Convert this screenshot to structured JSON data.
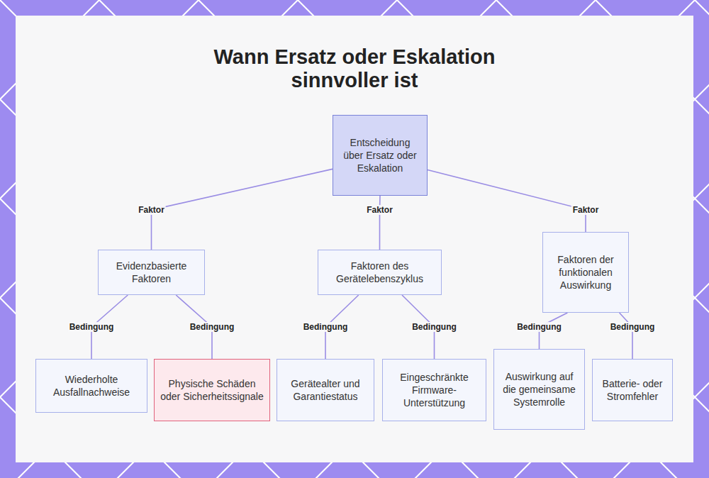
{
  "diagram": {
    "title": "Wann Ersatz oder Eskalation sinnvoller ist",
    "nodes": [
      {
        "text": [
          "Entscheidung über Ersatz oder Eskalation"
        ]
      },
      {
        "text": [
          "Evidenzbasierte Faktoren"
        ]
      },
      {
        "text": [
          "Faktoren des Gerätelebenszyklus"
        ]
      },
      {
        "text": [
          "Faktoren der funktionalen Auswirkung"
        ]
      },
      {
        "text": [
          "Wiederholte Ausfallnachweise"
        ]
      },
      {
        "text": [
          "Physische Schäden oder Sicherheitssignale"
        ]
      },
      {
        "text": [
          "Gerätealter und Garantiestatus"
        ]
      },
      {
        "text": [
          "Eingeschränkte Firmware-Unterstützung"
        ]
      },
      {
        "text": [
          "Auswirkung auf die gemeinsame Systemrolle"
        ]
      },
      {
        "text": [
          "Batterie- oder Stromfehler"
        ]
      }
    ],
    "edges": [
      {
        "from": 0,
        "to": 1,
        "arrow": "none",
        "label": "Faktor"
      },
      {
        "from": 0,
        "to": 2,
        "arrow": "none",
        "label": "Faktor"
      },
      {
        "from": 0,
        "to": 3,
        "arrow": "none",
        "label": "Faktor"
      },
      {
        "from": 1,
        "to": 4,
        "arrow": "none",
        "label": "Bedingung"
      },
      {
        "from": 1,
        "to": 5,
        "arrow": "none",
        "label": "Bedingung"
      },
      {
        "from": 2,
        "to": 6,
        "arrow": "none",
        "label": "Bedingung"
      },
      {
        "from": 2,
        "to": 7,
        "arrow": "none",
        "label": "Bedingung"
      },
      {
        "from": 3,
        "to": 8,
        "arrow": "none",
        "label": "Bedingung"
      },
      {
        "from": 3,
        "to": 9,
        "arrow": "none",
        "label": "Bedingung"
      }
    ]
  }
}
